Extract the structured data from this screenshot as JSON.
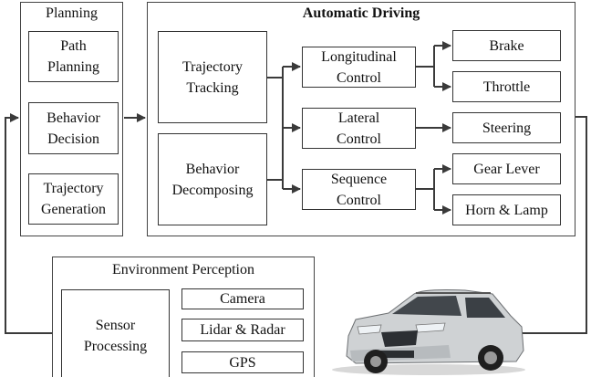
{
  "planning": {
    "title": "Planning",
    "path_planning": "Path\nPlanning",
    "behavior_decision": "Behavior\nDecision",
    "trajectory_generation": "Trajectory\nGeneration"
  },
  "automatic_driving": {
    "title": "Automatic Driving",
    "trajectory_tracking": "Trajectory\nTracking",
    "behavior_decomposing": "Behavior\nDecomposing",
    "longitudinal_control": "Longitudinal\nControl",
    "lateral_control": "Lateral\nControl",
    "sequence_control": "Sequence\nControl",
    "brake": "Brake",
    "throttle": "Throttle",
    "steering": "Steering",
    "gear_lever": "Gear Lever",
    "horn_lamp": "Horn & Lamp"
  },
  "environment_perception": {
    "title": "Environment Perception",
    "sensor_processing": "Sensor\nProcessing",
    "camera": "Camera",
    "lidar_radar": "Lidar & Radar",
    "gps": "GPS"
  },
  "colors": {
    "line": "#3a3a3a",
    "border": "#333333"
  }
}
